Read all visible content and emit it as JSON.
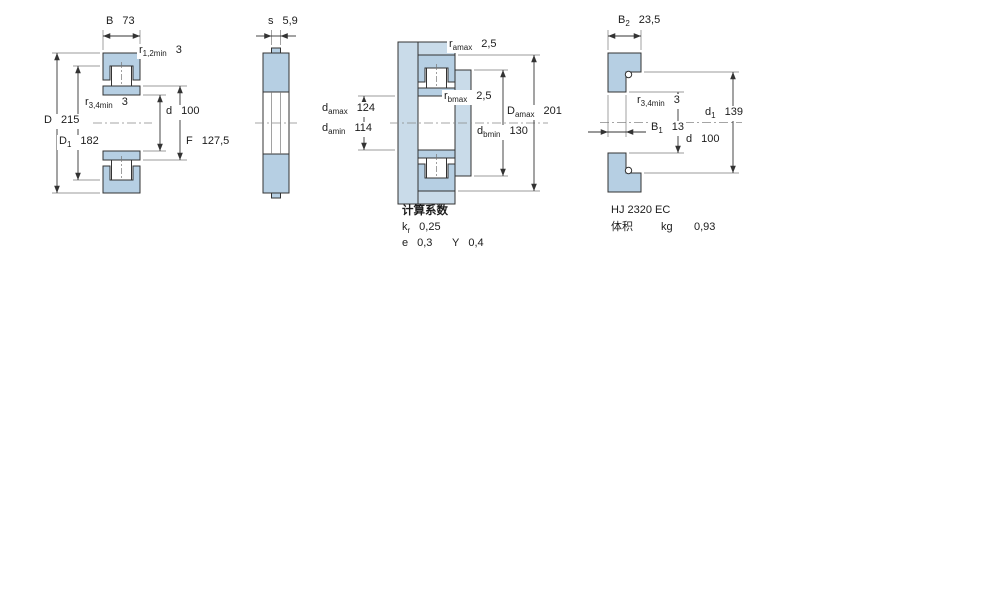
{
  "document": {
    "type": "bearing-catalog-dimension-drawings"
  },
  "colors": {
    "section": "#b6cfe3",
    "housing": "#c9dbe9",
    "white": "#ffffff"
  },
  "view1": {
    "name": "bearing-cross-section",
    "B": {
      "base": "B",
      "sub": "",
      "value": "73"
    },
    "r12": {
      "base": "r",
      "sub": "1,2min",
      "value": "3"
    },
    "r34": {
      "base": "r",
      "sub": "3,4min",
      "value": "3"
    },
    "D": {
      "base": "D",
      "sub": "",
      "value": "215"
    },
    "D1": {
      "base": "D",
      "sub": "1",
      "value": "182"
    },
    "d": {
      "base": "d",
      "sub": "",
      "value": "100"
    },
    "F": {
      "base": "F",
      "sub": "",
      "value": "127,5"
    }
  },
  "view2": {
    "name": "side-profile",
    "s": {
      "base": "s",
      "sub": "",
      "value": "5,9"
    }
  },
  "view3": {
    "name": "mounting-dimensions",
    "r_amax": {
      "base": "r",
      "sub": "amax",
      "value": "2,5"
    },
    "r_bmax": {
      "base": "r",
      "sub": "bmax",
      "value": "2,5"
    },
    "d_amax": {
      "base": "d",
      "sub": "amax",
      "value": "124"
    },
    "d_amin": {
      "base": "d",
      "sub": "amin",
      "value": "114"
    },
    "D_amax": {
      "base": "D",
      "sub": "amax",
      "value": "201"
    },
    "d_bmin": {
      "base": "d",
      "sub": "bmin",
      "value": "130"
    }
  },
  "factors": {
    "heading": "计算系数",
    "kr": {
      "base": "k",
      "sub": "r",
      "value": "0,25"
    },
    "e": {
      "base": "e",
      "sub": "",
      "value": "0,3"
    },
    "Y": {
      "base": "Y",
      "sub": "",
      "value": "0,4"
    }
  },
  "view4": {
    "name": "angle-ring-cross-section",
    "B2": {
      "base": "B",
      "sub": "2",
      "value": "23,5"
    },
    "r34": {
      "base": "r",
      "sub": "3,4min",
      "value": "3"
    },
    "d1": {
      "base": "d",
      "sub": "1",
      "value": "139"
    },
    "B1": {
      "base": "B",
      "sub": "1",
      "value": "13"
    },
    "d": {
      "base": "d",
      "sub": "",
      "value": "100"
    }
  },
  "angle_ring": {
    "designation": "HJ 2320 EC",
    "volume_label": "体积",
    "volume_unit": "kg",
    "volume_value": "0,93"
  }
}
